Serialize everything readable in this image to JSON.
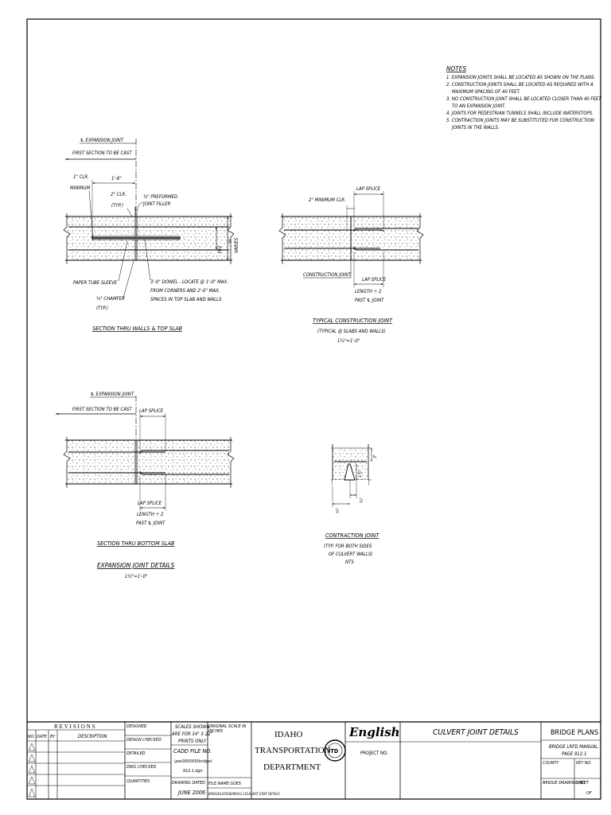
{
  "notes": {
    "title": "NOTES",
    "lines": [
      "1. EXPANSION JOINTS SHALL BE LOCATED AS SHOWN ON THE PLANS.",
      "2. CONSTRUCTION JOINTS SHALL BE LOCATED AS REQUIRED WITH A",
      "MAXIMUM SPACING OF 40 FEET.",
      "3. NO CONSTRUCTION JOINT SHALL BE LOCATED CLOSER THAN 40 FEET",
      "TO AN EXPANSION JOINT.",
      "4. JOINTS FOR PEDESTRIAN TUNNELS SHALL INCLUDE WATERSTOPS.",
      "5. CONTRACTION JOINTS MAY BE SUBSTITUTED FOR CONSTRUCTION",
      "JOINTS IN THE WALLS."
    ]
  },
  "detail_top": {
    "cl_expansion": "℄ EXPANSION JOINT",
    "first_section": "FIRST SECTION TO BE CAST",
    "clr1": "1\" CLR.",
    "minimum": "MINIMUM",
    "dim_1_6": "1'-6\"",
    "clr2": "2\" CLR.",
    "typ": "(TYP.)",
    "preformed": "½\" PREFORMED",
    "joint_filler": "JOINT FILLER",
    "paper_tube": "PAPER TUBE SLEEVE",
    "chamfer": "¾\" CHAMFER",
    "chamfer_typ": "(TYP.)",
    "dowel1": "3'-0\" DOWEL - LOCATE @ 1'-0\" MAX.",
    "dowel2": "FROM CORNERS AND 2'-0\" MAX.",
    "dowel3": "SPACES IN TOP SLAB AND WALLS",
    "half_h": "H/2",
    "varies": "H",
    "varies2": "VARIES",
    "title": "SECTION THRU WALLS & TOP SLAB"
  },
  "detail_construction": {
    "lap_splice": "LAP SPLICE",
    "min_clr": "2\" MINIMUM CLR.",
    "construction_joint": "CONSTRUCTION JOINT",
    "lap_splice2": "LAP SPLICE",
    "length": "LENGTH ÷ 2",
    "past": "PAST ℄ JOINT",
    "title": "TYPICAL CONSTRUCTION JOINT",
    "sub": "(TYPICAL @ SLABS AND WALLS)",
    "scale": "1½\"=1'-0\""
  },
  "detail_bottom": {
    "cl_expansion": "℄ EXPANSION JOINT",
    "first_section": "FIRST SECTION TO BE CAST",
    "lap_splice": "LAP SPLICE",
    "lap_splice2": "LAP SPLICE",
    "length": "LENGTH ÷ 2",
    "past": "PAST ℄ JOINT",
    "title": "SECTION THRU BOTTOM SLAB",
    "group_title": "EXPANSION JOINT DETAILS",
    "scale": "1½\"=1'-0\""
  },
  "detail_contraction": {
    "dim_3in": "3\"",
    "dim_1_2": "1½\"",
    "dim_3_4a": "¾\"",
    "dim_3_4b": "¾\"",
    "title": "CONTRACTION JOINT",
    "sub1": "(TYP. FOR BOTH SIDES",
    "sub2": "OF CULVERT WALLS)",
    "sub3": "NTS"
  },
  "title_block": {
    "revisions": "R E V I S I O N S",
    "col_no": "NO.",
    "col_date": "DATE",
    "col_by": "BY",
    "col_desc": "DESCRIPTION",
    "designed": "DESIGNED",
    "design_checked": "DESIGN CHECKED",
    "detailed": "DETAILED",
    "dwg_checked": "DWG CHECKED",
    "quantities": "QUANTITIES",
    "scales1": "SCALES SHOWN",
    "scales2": "ARE FOR 34\" X 22\"",
    "scales3": "PRINTS ONLY",
    "cadd": "CADD FILE NO.",
    "cadd_path": "\\pw\\000000\\bridge\\",
    "cadd_file": "912.1.dgn",
    "drawing_dated": "DRAWING DATED",
    "date": "JUNE 2006",
    "original_scale": "ORIGINAL SCALE IN",
    "inches": "INCHES",
    "file_name": "FILE NAME GOES",
    "file_path": "BRIDGE\\LRFD\\BDM\\912.1\\CULVERT JOINT DETAILS",
    "agency1": "IDAHO",
    "agency2": "TRANSPORTATION",
    "agency3": "DEPARTMENT",
    "logo": "ITD",
    "english": "English",
    "project_no": "PROJECT NO.",
    "sheet_title": "CULVERT JOINT DETAILS",
    "bridge_plans": "BRIDGE PLANS",
    "manual1": "BRIDGE LRFD MANUAL,",
    "manual2": "PAGE 912.1",
    "county": "COUNTY",
    "key_no": "KEY NO.",
    "drawing_no": "BRIDGE DRAWING NO.",
    "sheet": "SHEET",
    "of": "OF"
  }
}
